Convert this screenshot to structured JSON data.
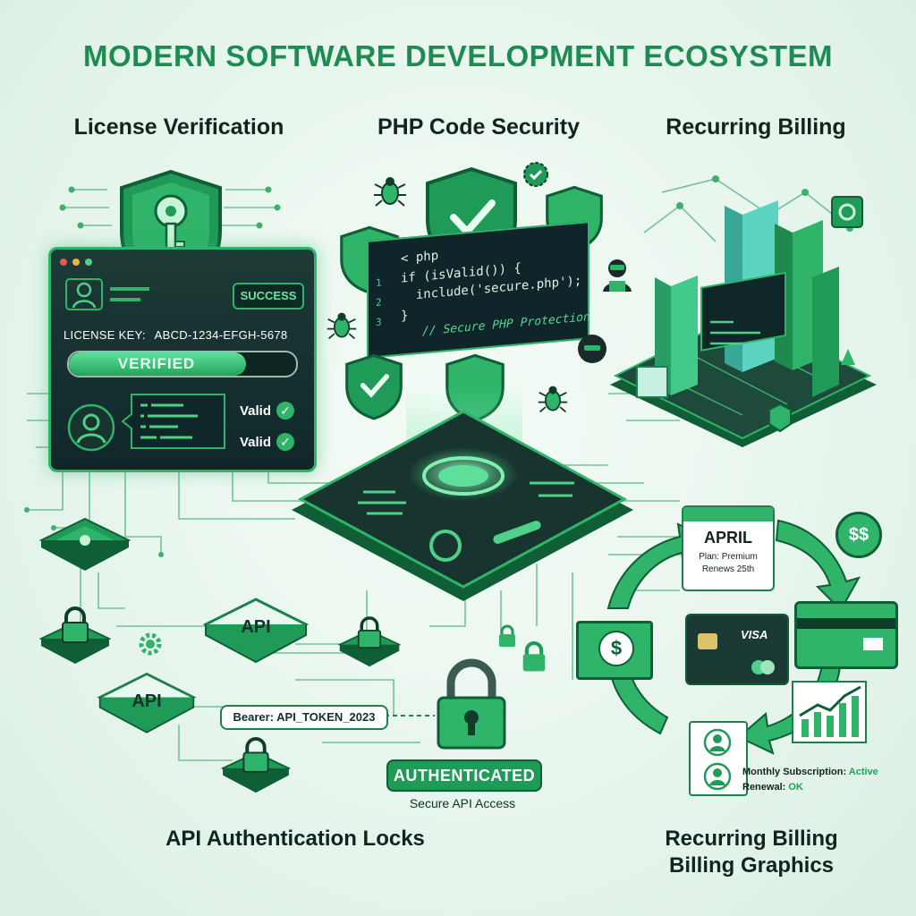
{
  "header": {
    "title": "MODERN SOFTWARE DEVELOPMENT ECOSYSTEM"
  },
  "sections": {
    "license": "License Verification",
    "php": "PHP Code Security",
    "billing": "Recurring Billing"
  },
  "license_panel": {
    "status": "SUCCESS",
    "key_label": "LICENSE KEY:",
    "key_value": "ABCD-1234-EFGH-5678",
    "verified": "VERIFIED",
    "verified_progress": 0.78,
    "checks": [
      "Valid",
      "Valid"
    ]
  },
  "php_code": {
    "lines": [
      "< php",
      "if (isValid()) {",
      "  include('secure.php');",
      "}"
    ],
    "gutter": [
      "1",
      "2",
      "3"
    ],
    "comment": "// Secure PHP Protection"
  },
  "api": {
    "block_label_1": "API",
    "block_label_2": "API",
    "token": "Bearer: API_TOKEN_2023",
    "status": "AUTHENTICATED",
    "caption": "Secure API Access"
  },
  "billing": {
    "month": "APRIL",
    "plan": "Plan: Premium",
    "renews": "Renews 25th",
    "dollars": "$$",
    "bill": "$",
    "card_brand": "VISA",
    "sub_label": "Monthly Subscription:",
    "sub_value": "Active",
    "renewal_label": "Renewal:",
    "renewal_value": "OK"
  },
  "bottom_titles": {
    "left": "API Authentication Locks",
    "right_1": "Recurring Billing",
    "right_2": "Billing Graphics"
  },
  "colors": {
    "accent": "#2fb46a",
    "title": "#1e8c52",
    "dark_panel": "#10272a"
  }
}
